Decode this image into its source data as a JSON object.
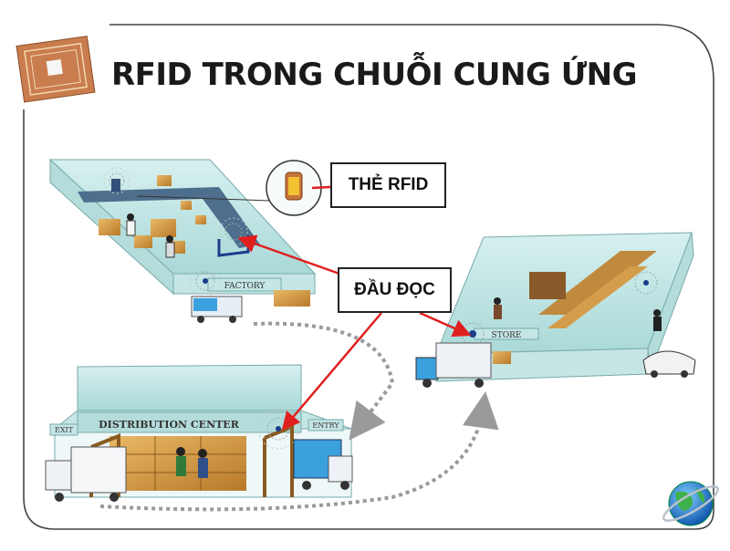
{
  "slide": {
    "title": "RFID TRONG CHUỖI CUNG ỨNG"
  },
  "callouts": {
    "tag": "THẺ RFID",
    "reader": "ĐẦU ĐỌC"
  },
  "buildings": {
    "factory_sign": "FACTORY",
    "store_sign": "STORE",
    "distribution_sign": "DISTRIBUTION CENTER",
    "exit_sign": "EXIT",
    "entry_sign": "ENTRY"
  },
  "colors": {
    "arrow_red": "#e01f1f",
    "flow_dots": "#9a9a9a",
    "building_teal": "#bfe3e3",
    "crate": "#d9a24a",
    "truck_blue": "#3aa0de"
  },
  "icons": {
    "top_left": "rfid-chip-icon",
    "bottom_right": "globe-icon"
  }
}
